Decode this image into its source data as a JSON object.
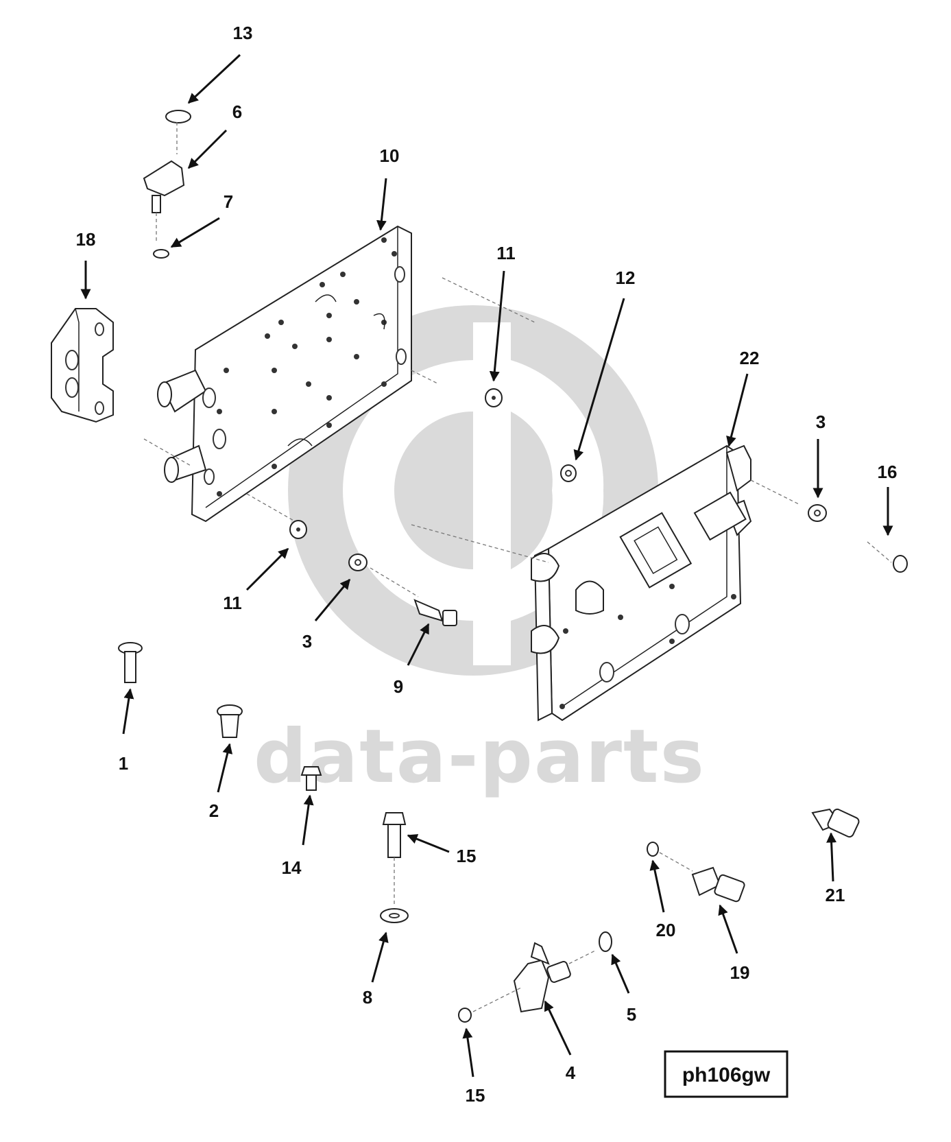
{
  "watermark": {
    "text": "data-parts",
    "color": "#d9d9d9"
  },
  "reference_code": "ph106gw",
  "callouts": [
    {
      "id": "c13",
      "label": "13"
    },
    {
      "id": "c6",
      "label": "6"
    },
    {
      "id": "c10",
      "label": "10"
    },
    {
      "id": "c7",
      "label": "7"
    },
    {
      "id": "c18",
      "label": "18"
    },
    {
      "id": "c11a",
      "label": "11"
    },
    {
      "id": "c12",
      "label": "12"
    },
    {
      "id": "c22",
      "label": "22"
    },
    {
      "id": "c3a",
      "label": "3"
    },
    {
      "id": "c16",
      "label": "16"
    },
    {
      "id": "c11b",
      "label": "11"
    },
    {
      "id": "c3b",
      "label": "3"
    },
    {
      "id": "c9",
      "label": "9"
    },
    {
      "id": "c1",
      "label": "1"
    },
    {
      "id": "c2",
      "label": "2"
    },
    {
      "id": "c14",
      "label": "14"
    },
    {
      "id": "c15a",
      "label": "15"
    },
    {
      "id": "c21",
      "label": "21"
    },
    {
      "id": "c20",
      "label": "20"
    },
    {
      "id": "c19",
      "label": "19"
    },
    {
      "id": "c8",
      "label": "8"
    },
    {
      "id": "c5",
      "label": "5"
    },
    {
      "id": "c4",
      "label": "4"
    },
    {
      "id": "c15b",
      "label": "15"
    }
  ]
}
